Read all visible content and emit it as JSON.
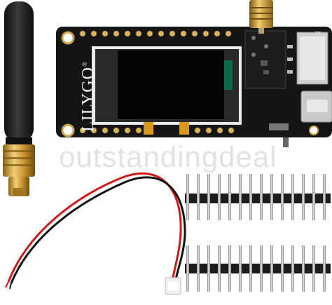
{
  "image": {
    "description_items": [
      "lora-board",
      "antenna",
      "pin-headers",
      "jst-cable"
    ]
  },
  "board": {
    "brand": "LILYGO",
    "brand_mark": "®",
    "silkscreen_tf": "TF"
  },
  "watermark": {
    "text": "outstandingdeal"
  },
  "colors": {
    "pcb": "#151515",
    "oled_frame": "#2a2a2a",
    "oled_screen": "#050505",
    "gold": "#d4a437",
    "antenna_black": "#1b1b1b",
    "cable_red": "#d11a1a",
    "cable_black": "#111111",
    "connector_white": "#f1f1f1"
  },
  "headers": {
    "pin_count_per_row": 14,
    "row_count": 2
  }
}
